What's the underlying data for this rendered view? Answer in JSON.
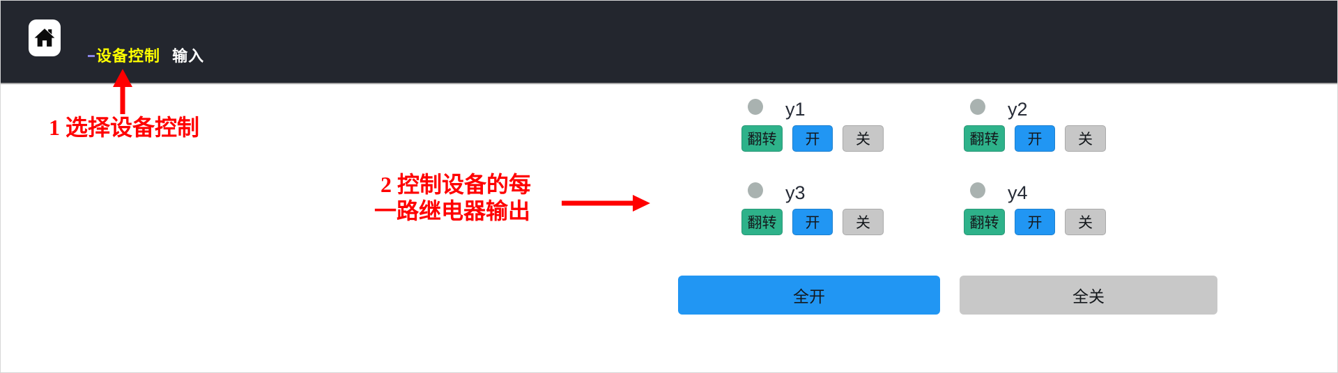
{
  "header": {
    "home_icon": "home",
    "nav": {
      "device_control": "设备控制",
      "input": "输入"
    },
    "colors": {
      "bar_bg": "#23262e",
      "active_tab_text": "#ffff00",
      "tab_text": "#ffffff"
    }
  },
  "annotations": {
    "color": "#ff0000",
    "step1": {
      "text": "1 选择设备控制"
    },
    "step2": {
      "line1": "2 控制设备的每",
      "line2": "一路继电器输出"
    }
  },
  "relay_panel": {
    "button_labels": {
      "toggle": "翻转",
      "on": "开",
      "off": "关"
    },
    "channels": [
      {
        "label": "y1"
      },
      {
        "label": "y2"
      },
      {
        "label": "y3"
      },
      {
        "label": "y4"
      }
    ],
    "all_on_label": "全开",
    "all_off_label": "全关",
    "colors": {
      "toggle_button": "#2eb28a",
      "on_button": "#2196f3",
      "off_button": "#c7c7c7",
      "indicator": "#a9b2b0",
      "all_on_button": "#2196f3",
      "all_off_button": "#c8c8c8"
    }
  }
}
